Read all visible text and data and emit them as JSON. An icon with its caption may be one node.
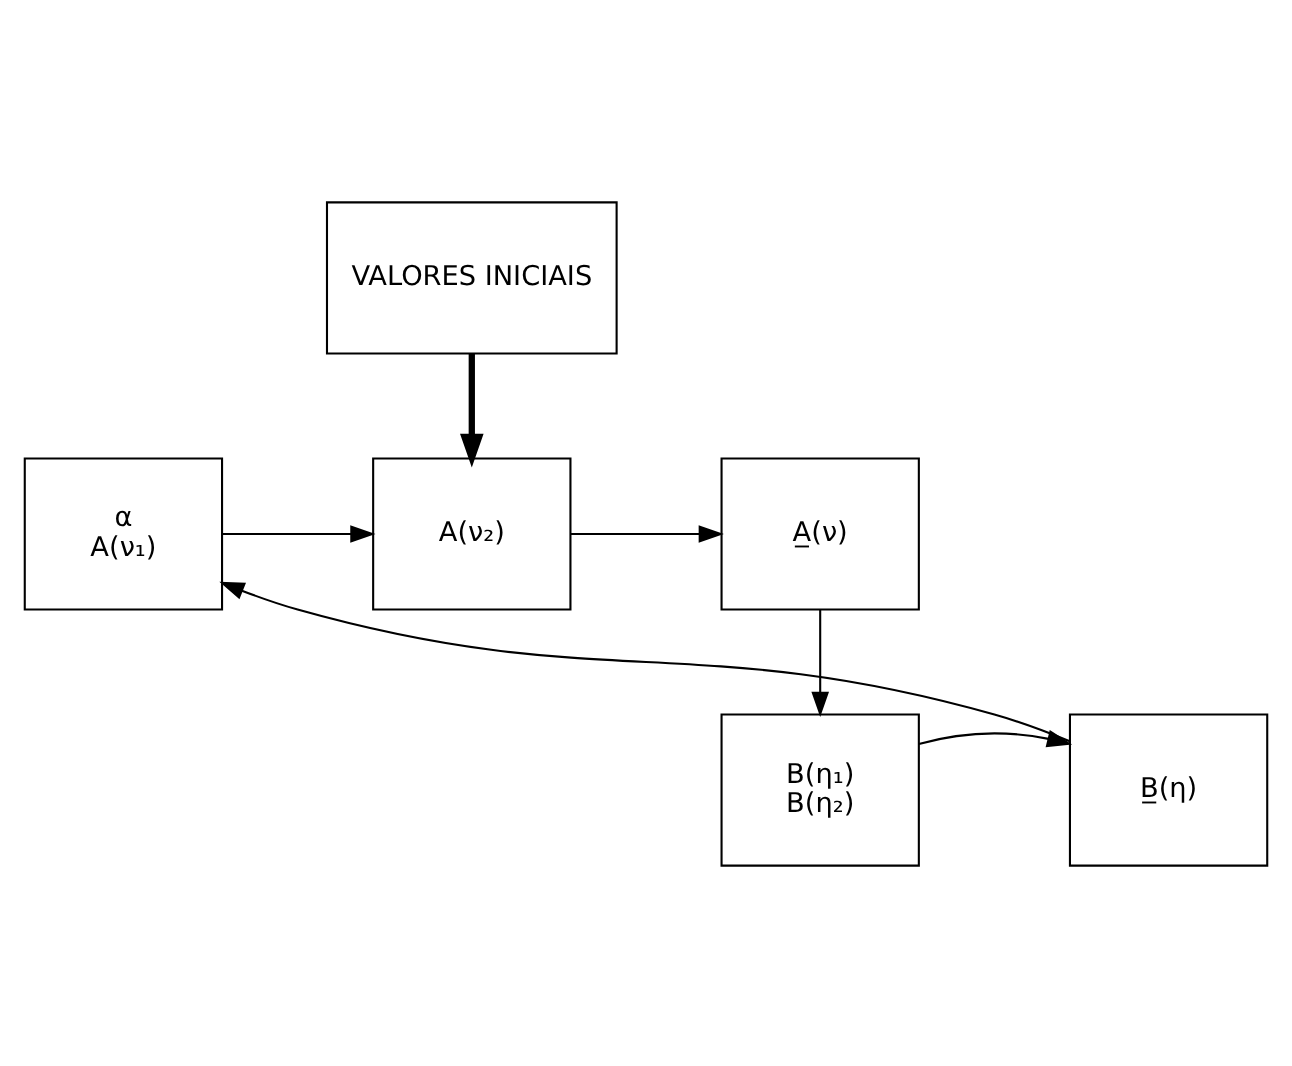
{
  "diagram": {
    "nodes": [
      {
        "text": [
          "VALORES INICIAIS"
        ]
      },
      {
        "text": [
          "α",
          "A(ν₁)"
        ]
      },
      {
        "text": [
          "A(ν₂)"
        ]
      },
      {
        "text": [
          "A̲(ν)"
        ]
      },
      {
        "text": [
          "B(η₁)",
          "B(η₂)"
        ]
      },
      {
        "text": [
          "B̲(η)"
        ]
      }
    ],
    "edges": [
      {
        "from": 0,
        "to": 2,
        "arrow": "to",
        "style": "thick"
      },
      {
        "from": 1,
        "to": 2,
        "arrow": "to"
      },
      {
        "from": 2,
        "to": 3,
        "arrow": "to"
      },
      {
        "from": 3,
        "to": 4,
        "arrow": "to"
      },
      {
        "from": 4,
        "to": 5,
        "arrow": "to"
      },
      {
        "from": 5,
        "to": 1,
        "arrow": "to"
      }
    ]
  }
}
